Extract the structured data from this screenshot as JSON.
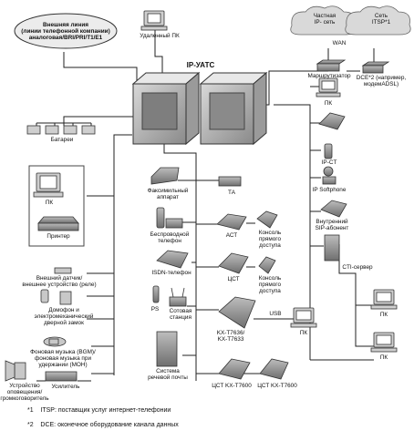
{
  "title": "IP-УАТС",
  "external_line": "Внешняя линия\n(линии телефонной компании)\nаналоговая/BRI/PRI/T1/E1",
  "clouds": {
    "private_ip": "Частная\nIP- сеть",
    "itsp": "Сеть\nITSP*1"
  },
  "labels": {
    "remote_pc": "Удаленный ПК",
    "wan": "WAN",
    "router": "Маршрутизатор",
    "dce": "DCE*2 (например,\nмодемADSL)",
    "battery": "Батареи",
    "pc_printer": "ПК",
    "printer": "Принтер",
    "sensor": "Внешний датчик/\nвнешнее устройство (реле)",
    "doorphone": "Домофон и\nэлектромеханический\nдверной замок",
    "bgm": "Фоновая музыка (BGM)/\nфоновая музыка при\nудержании (MOH)",
    "paging": "Устройство\nоповещения/\nгромкоговоритель",
    "amplifier": "Усилитель",
    "fax": "Факсимильный\nаппарат",
    "ta": "ТА",
    "cordless": "Беспроводной\nтелефон",
    "act": "АСТ",
    "console1": "Консоль\nпрямого\nдоступа",
    "isdn": "ISDN-телефон",
    "cst": "ЦСТ",
    "console2": "Консоль\nпрямого\nдоступа",
    "ps": "PS",
    "cell_station": "Сотовая\nстанция",
    "kx": "KX-T7636/\nKX-T7633",
    "usb": "USB",
    "pc_usb": "ПК",
    "voicemail": "Система\nречевой почты",
    "cst_t7600a": "ЦСТ KX-T7600",
    "cst_t7600b": "ЦСТ KX-T7600",
    "pc_right1": "ПК",
    "ip_ct": "IP-CT",
    "ip_softphone": "IP Softphone",
    "sip": "Внутренний\nSIP-абонент",
    "cti": "CTI-сервер",
    "pc_cti1": "ПК",
    "pc_cti2": "ПК"
  },
  "footnotes": [
    {
      "mark": "*1",
      "text": "ITSP: поставщик услуг интернет-телефонии"
    },
    {
      "mark": "*2",
      "text": "DCE: оконечное оборудование канала данных"
    }
  ]
}
